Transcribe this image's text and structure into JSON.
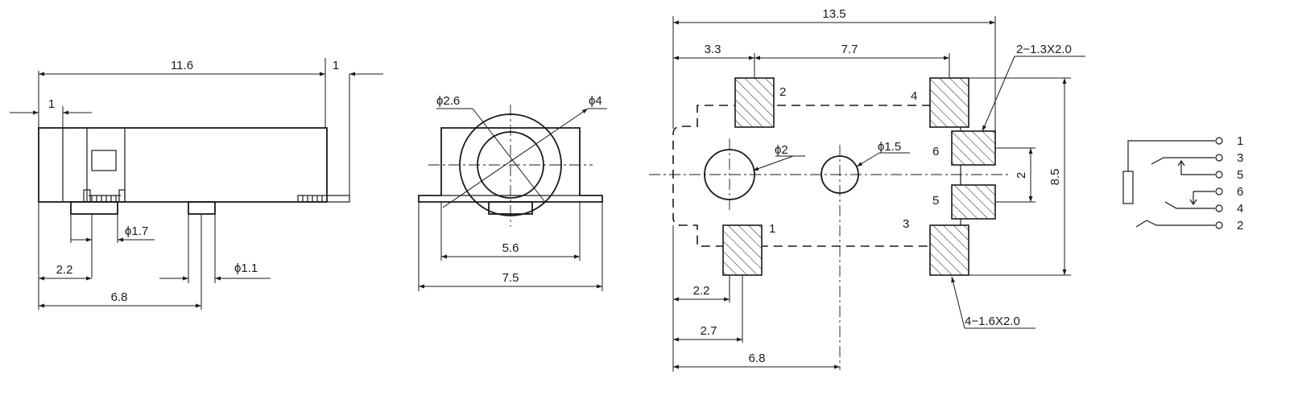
{
  "side_view": {
    "overall_length": "11.6",
    "front_offset": "1",
    "right_tab": "1",
    "pin_dia_1": "ϕ1.7",
    "pin_dia_2": "ϕ1.1",
    "pin1_pos": "2.2",
    "pin2_pos": "6.8"
  },
  "front_view": {
    "hole_dia": "ϕ2.6",
    "outer_dia": "ϕ4",
    "body_width": "5.6",
    "total_width": "7.5"
  },
  "footprint": {
    "overall_length": "13.5",
    "dim_left": "3.3",
    "dim_mid": "7.7",
    "pad_spec_small": "2−1.3X2.0",
    "pad_spec_large": "4−1.6X2.0",
    "hole_dia_large": "ϕ2",
    "hole_dia_small": "ϕ1.5",
    "pad_gap": "2",
    "height": "8.5",
    "dim_bottom_1": "2.2",
    "dim_bottom_2": "2.7",
    "dim_bottom_3": "6.8",
    "pad_labels": [
      "2",
      "4",
      "6",
      "5",
      "1",
      "3"
    ]
  },
  "schematic": {
    "pins": [
      "1",
      "3",
      "5",
      "6",
      "4",
      "2"
    ]
  },
  "colors": {
    "line": "#1a1a1a",
    "background": "#ffffff"
  }
}
